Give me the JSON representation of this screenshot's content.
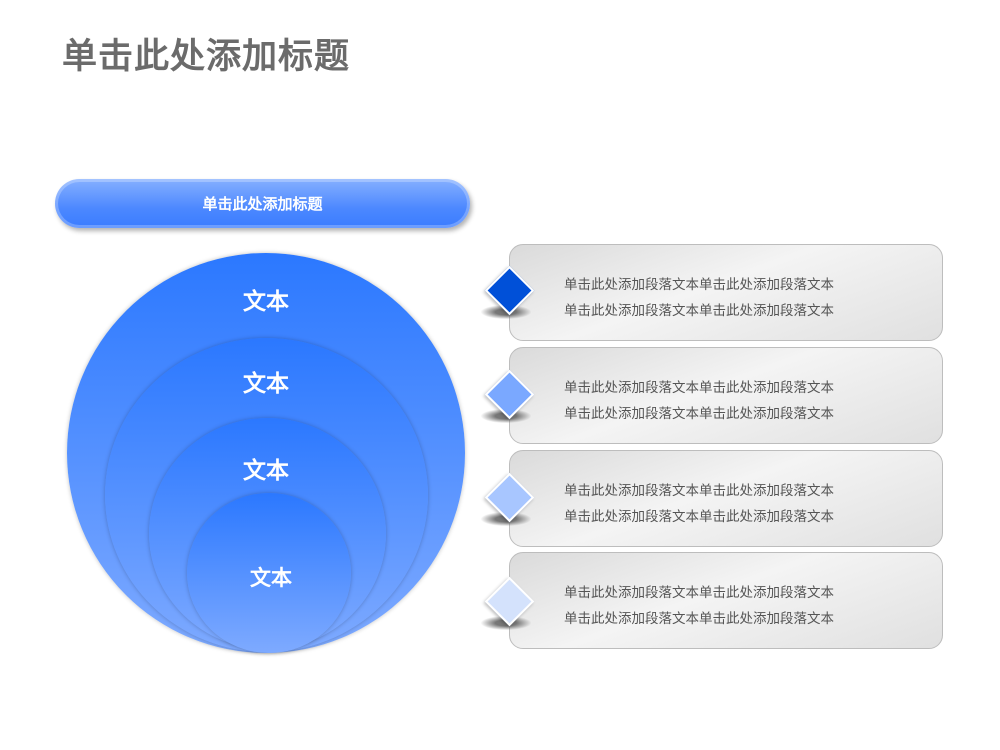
{
  "title": "单击此处添加标题",
  "pill_title": "单击此处添加标题",
  "circles": [
    "文本",
    "文本",
    "文本",
    "文本"
  ],
  "items": [
    {
      "line1": "单击此处添加段落文本单击此处添加段落文本",
      "line2": "单击此处添加段落文本单击此处添加段落文本",
      "color": "#0050d8"
    },
    {
      "line1": "单击此处添加段落文本单击此处添加段落文本",
      "line2": "单击此处添加段落文本单击此处添加段落文本",
      "color": "#7aa8ff"
    },
    {
      "line1": "单击此处添加段落文本单击此处添加段落文本",
      "line2": "单击此处添加段落文本单击此处添加段落文本",
      "color": "#a8c6ff"
    },
    {
      "line1": "单击此处添加段落文本单击此处添加段落文本",
      "line2": "单击此处添加段落文本单击此处添加段落文本",
      "color": "#d4e2fc"
    }
  ]
}
